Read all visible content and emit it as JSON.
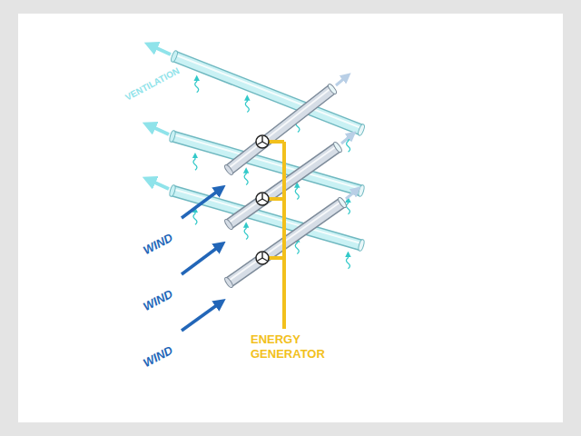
{
  "diagram": {
    "labels": [
      "VENTILATION",
      "WIND",
      "WIND",
      "WIND",
      "ENERGY GENERATOR"
    ]
  }
}
